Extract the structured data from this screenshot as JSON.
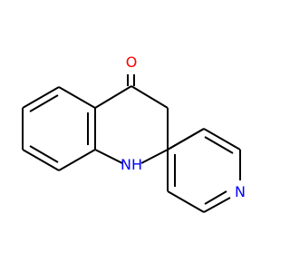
{
  "molecule": {
    "atoms": {
      "oxygen": {
        "symbol": "O",
        "color": "#ff0000"
      },
      "amine": {
        "symbol": "NH",
        "color": "#0000ff"
      },
      "pyridine_n": {
        "symbol": "N",
        "color": "#0000ff"
      }
    },
    "bond_color": "#000000"
  }
}
